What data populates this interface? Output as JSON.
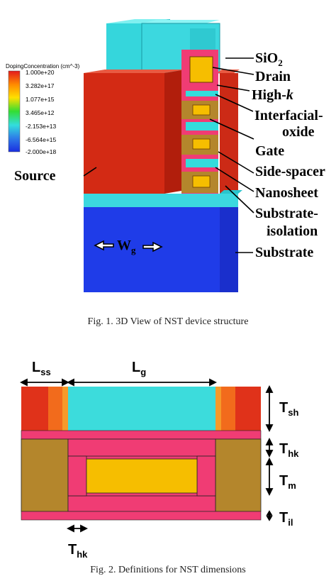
{
  "figure1": {
    "caption": "Fig. 1. 3D View of NST device structure",
    "legend": {
      "title": "DopingConcentration (cm^-3)",
      "ticks": [
        "1.000e+20",
        "3.282e+17",
        "1.077e+15",
        "3.465e+12",
        "-2.153e+13",
        "-6.564e+15",
        "-2.000e+18"
      ]
    },
    "labels": {
      "sio2_prefix": "SiO",
      "sio2_sub": "2",
      "drain": "Drain",
      "high_k_prefix": "High-",
      "high_k_italic": "k",
      "interfacial_1": "Interfacial-",
      "interfacial_2": "oxide",
      "gate": "Gate",
      "side_spacer": "Side-spacer",
      "nanosheet": "Nanosheet",
      "substrate_isolation_1": "Substrate-",
      "substrate_isolation_2": "isolation",
      "substrate": "Substrate",
      "source": "Source",
      "wg_main": "W",
      "wg_sub": "g"
    }
  },
  "figure2": {
    "caption": "Fig. 2. Definitions for NST dimensions",
    "labels": {
      "lss_main": "L",
      "lss_sub": "ss",
      "lg_main": "L",
      "lg_sub": "g",
      "tsh_main": "T",
      "tsh_sub": "sh",
      "thk_right_main": "T",
      "thk_right_sub": "hk",
      "tm_main": "T",
      "tm_sub": "m",
      "til_main": "T",
      "til_sub": "il",
      "thk_bottom_main": "T",
      "thk_bottom_sub": "hk"
    }
  },
  "colors": {
    "source_red": "#d32a14",
    "spacer_cyan": "#33dcdc",
    "substrate_blue": "#1f3ce8",
    "gate_gold": "#f6be00",
    "highk_pink": "#f03c74",
    "spacer_olive": "#b4862c"
  }
}
